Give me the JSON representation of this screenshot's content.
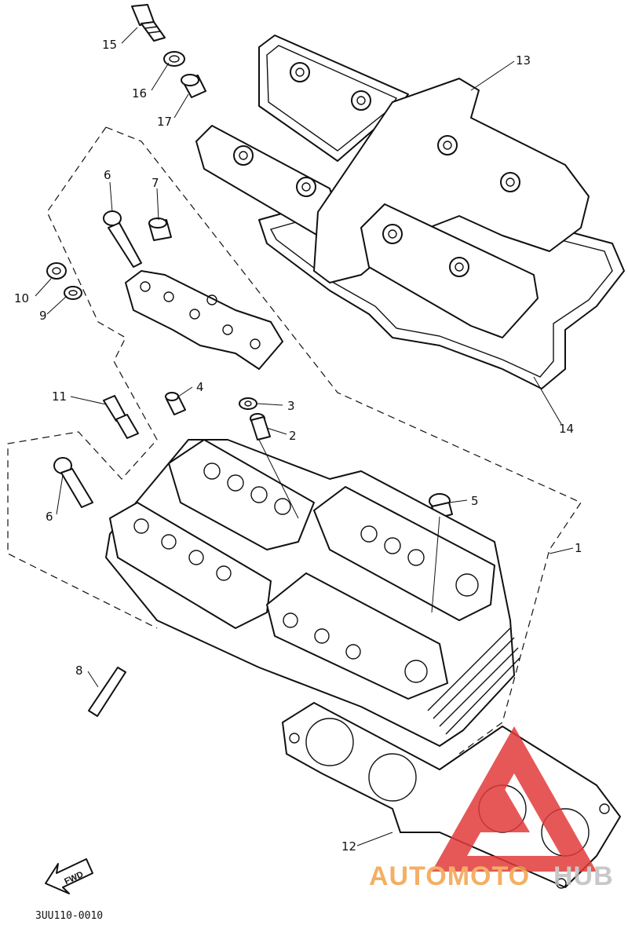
{
  "callouts": [
    {
      "id": "c1",
      "label": "1"
    },
    {
      "id": "c2",
      "label": "2"
    },
    {
      "id": "c3",
      "label": "3"
    },
    {
      "id": "c4",
      "label": "4"
    },
    {
      "id": "c5",
      "label": "5"
    },
    {
      "id": "c6a",
      "label": "6"
    },
    {
      "id": "c6b",
      "label": "6"
    },
    {
      "id": "c7",
      "label": "7"
    },
    {
      "id": "c8",
      "label": "8"
    },
    {
      "id": "c9",
      "label": "9"
    },
    {
      "id": "c10",
      "label": "10"
    },
    {
      "id": "c11",
      "label": "11"
    },
    {
      "id": "c12",
      "label": "12"
    },
    {
      "id": "c13",
      "label": "13"
    },
    {
      "id": "c14",
      "label": "14"
    },
    {
      "id": "c15",
      "label": "15"
    },
    {
      "id": "c16",
      "label": "16"
    },
    {
      "id": "c17",
      "label": "17"
    }
  ],
  "fwd_label": "FWD",
  "diagram_code": "3UU110-0010",
  "watermark": {
    "text_a": "AUTOMOTO",
    "text_b": "HUB",
    "color_a": "#f3a24a",
    "color_b": "#bfbfbf",
    "logo_color": "#e23b3b"
  }
}
